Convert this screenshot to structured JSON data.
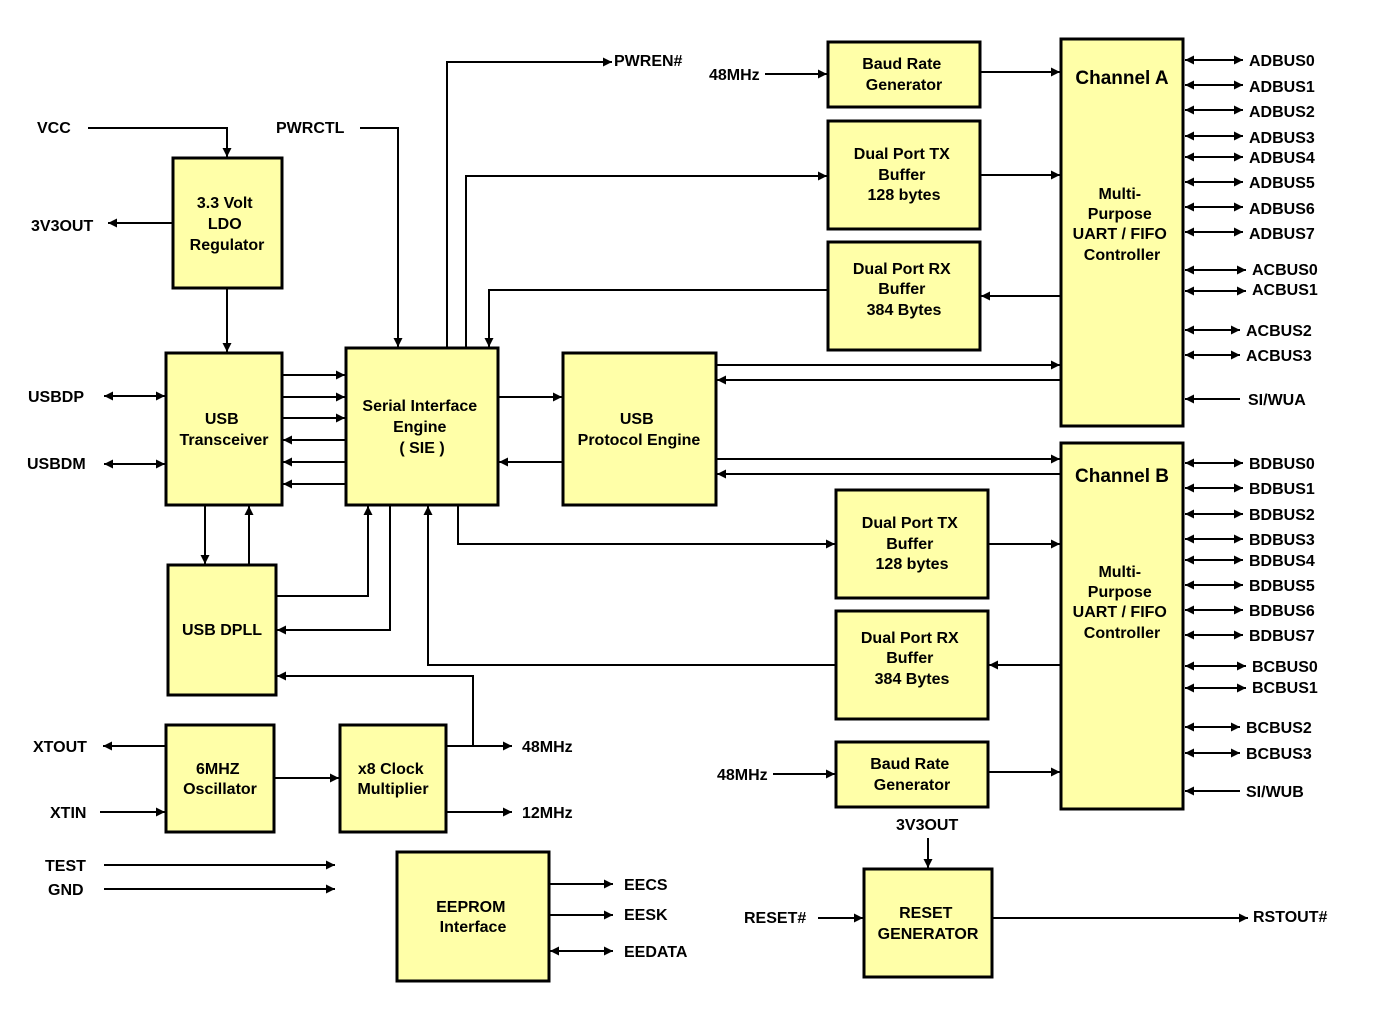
{
  "blocks": {
    "ldo": [
      "3.3 Volt",
      "LDO",
      "Regulator"
    ],
    "usb_transceiver": [
      "USB",
      "Transceiver"
    ],
    "sie": [
      "Serial Interface",
      "Engine",
      "( SIE )"
    ],
    "usb_protocol": [
      "USB",
      "Protocol Engine"
    ],
    "usb_dpll": [
      "USB DPLL"
    ],
    "oscillator": [
      "6MHZ",
      "Oscillator"
    ],
    "clock_mult": [
      "x8 Clock",
      "Multiplier"
    ],
    "eeprom": [
      "EEPROM",
      "Interface"
    ],
    "baud_a": [
      "Baud Rate",
      "Generator"
    ],
    "tx_a": [
      "Dual Port TX",
      "Buffer",
      "128 bytes"
    ],
    "rx_a": [
      "Dual Port RX",
      "Buffer",
      "384 Bytes"
    ],
    "channel_a_title": "Channel A",
    "channel_a": [
      "Multi-",
      "Purpose",
      "UART / FIFO",
      "Controller"
    ],
    "channel_b_title": "Channel B",
    "channel_b": [
      "Multi-",
      "Purpose",
      "UART / FIFO",
      "Controller"
    ],
    "tx_b": [
      "Dual Port TX",
      "Buffer",
      "128 bytes"
    ],
    "rx_b": [
      "Dual Port RX",
      "Buffer",
      "384 Bytes"
    ],
    "baud_b": [
      "Baud Rate",
      "Generator"
    ],
    "reset_gen": [
      "RESET",
      "GENERATOR"
    ]
  },
  "signals": {
    "vcc": "VCC",
    "pwrctl": "PWRCTL",
    "pwren": "PWREN#",
    "v3out": "3V3OUT",
    "usbdp": "USBDP",
    "usbdm": "USBDM",
    "xtout": "XTOUT",
    "xtin": "XTIN",
    "test": "TEST",
    "gnd": "GND",
    "mhz48_mult": "48MHz",
    "mhz12": "12MHz",
    "eecs": "EECS",
    "eesk": "EESK",
    "eedata": "EEDATA",
    "mhz48_a": "48MHz",
    "mhz48_b": "48MHz",
    "v3out_reset": "3V3OUT",
    "reset": "RESET#",
    "rstout": "RSTOUT#",
    "adbus": [
      "ADBUS0",
      "ADBUS1",
      "ADBUS2",
      "ADBUS3",
      "ADBUS4",
      "ADBUS5",
      "ADBUS6",
      "ADBUS7"
    ],
    "acbus": [
      "ACBUS0",
      "ACBUS1",
      "ACBUS2",
      "ACBUS3"
    ],
    "siwua": "SI/WUA",
    "bdbus": [
      "BDBUS0",
      "BDBUS1",
      "BDBUS2",
      "BDBUS3",
      "BDBUS4",
      "BDBUS5",
      "BDBUS6",
      "BDBUS7"
    ],
    "bcbus": [
      "BCBUS0",
      "BCBUS1",
      "BCBUS2",
      "BCBUS3"
    ],
    "siwub": "SI/WUB"
  }
}
